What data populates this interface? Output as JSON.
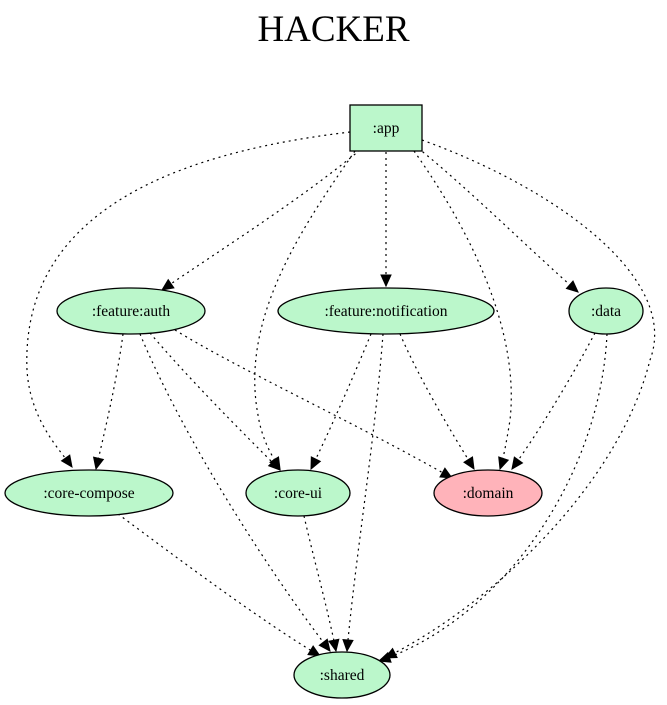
{
  "title": "HACKER",
  "colors": {
    "module_fill": "#bbf7cb",
    "highlight_fill": "#ffb3ba",
    "stroke": "#000000"
  },
  "nodes": [
    {
      "id": "app",
      "label": ":app",
      "shape": "box",
      "highlight": false
    },
    {
      "id": "feature_auth",
      "label": ":feature:auth",
      "shape": "ellipse",
      "highlight": false
    },
    {
      "id": "feature_notification",
      "label": ":feature:notification",
      "shape": "ellipse",
      "highlight": false
    },
    {
      "id": "data",
      "label": ":data",
      "shape": "ellipse",
      "highlight": false
    },
    {
      "id": "core_compose",
      "label": ":core-compose",
      "shape": "ellipse",
      "highlight": false
    },
    {
      "id": "core_ui",
      "label": ":core-ui",
      "shape": "ellipse",
      "highlight": false
    },
    {
      "id": "domain",
      "label": ":domain",
      "shape": "ellipse",
      "highlight": true
    },
    {
      "id": "shared",
      "label": ":shared",
      "shape": "ellipse",
      "highlight": false
    }
  ],
  "edges": [
    {
      "from": "app",
      "to": "core_compose",
      "style": "dotted"
    },
    {
      "from": "app",
      "to": "feature_auth",
      "style": "dotted"
    },
    {
      "from": "app",
      "to": "core_ui",
      "style": "dotted"
    },
    {
      "from": "app",
      "to": "feature_notification",
      "style": "dotted"
    },
    {
      "from": "app",
      "to": "domain",
      "style": "dotted"
    },
    {
      "from": "app",
      "to": "data",
      "style": "dotted"
    },
    {
      "from": "app",
      "to": "shared",
      "style": "dotted"
    },
    {
      "from": "feature_auth",
      "to": "core_compose",
      "style": "dotted"
    },
    {
      "from": "feature_auth",
      "to": "shared",
      "style": "dotted"
    },
    {
      "from": "feature_auth",
      "to": "core_ui",
      "style": "dotted"
    },
    {
      "from": "feature_auth",
      "to": "domain",
      "style": "dotted"
    },
    {
      "from": "feature_notification",
      "to": "core_ui",
      "style": "dotted"
    },
    {
      "from": "feature_notification",
      "to": "shared",
      "style": "dotted"
    },
    {
      "from": "feature_notification",
      "to": "domain",
      "style": "dotted"
    },
    {
      "from": "data",
      "to": "domain",
      "style": "dotted"
    },
    {
      "from": "data",
      "to": "shared",
      "style": "dotted"
    },
    {
      "from": "core_compose",
      "to": "shared",
      "style": "dotted"
    },
    {
      "from": "core_ui",
      "to": "shared",
      "style": "dotted"
    }
  ]
}
